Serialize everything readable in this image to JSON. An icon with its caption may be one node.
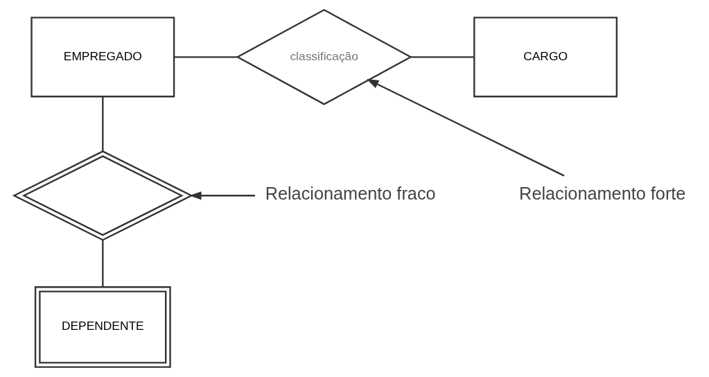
{
  "diagram": {
    "nodes": [
      {
        "text": [
          "EMPREGADO"
        ]
      },
      {
        "text": [
          "classificação"
        ]
      },
      {
        "text": [
          "CARGO"
        ]
      },
      {
        "text": [],
        "shape": "diamond"
      },
      {
        "text": [
          "DEPENDENTE"
        ]
      },
      {
        "text": [
          "Relacionamento forte"
        ]
      },
      {
        "text": [
          "Relacionamento fraco"
        ]
      }
    ],
    "edges": [
      {
        "from": 0,
        "to": 1,
        "arrow": "none"
      },
      {
        "from": 1,
        "to": 2,
        "arrow": "none"
      },
      {
        "from": 0,
        "to": 3,
        "arrow": "none"
      },
      {
        "from": 3,
        "to": 4,
        "arrow": "none"
      },
      {
        "from": 5,
        "to": 1,
        "arrow": "to"
      },
      {
        "from": 6,
        "to": 3,
        "arrow": "to"
      }
    ]
  }
}
